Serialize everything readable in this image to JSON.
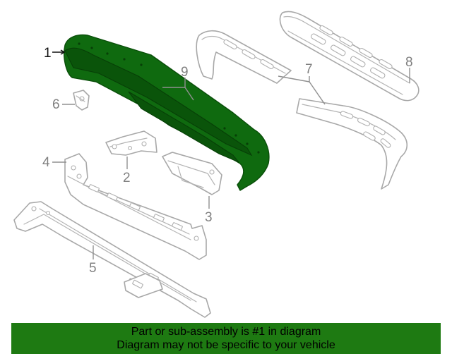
{
  "callouts": {
    "c1": "1",
    "c2": "2",
    "c3": "3",
    "c4": "4",
    "c5": "5",
    "c6": "6",
    "c7": "7",
    "c8": "8",
    "c9": "9"
  },
  "banner": {
    "line1": "Part or sub-assembly is #1 in diagram",
    "line2": "Diagram may not be specific to your vehicle"
  },
  "colors": {
    "highlight_part": "#0f6a0f",
    "banner_background": "#1e7a12",
    "line_art": "#a8a8a8"
  }
}
